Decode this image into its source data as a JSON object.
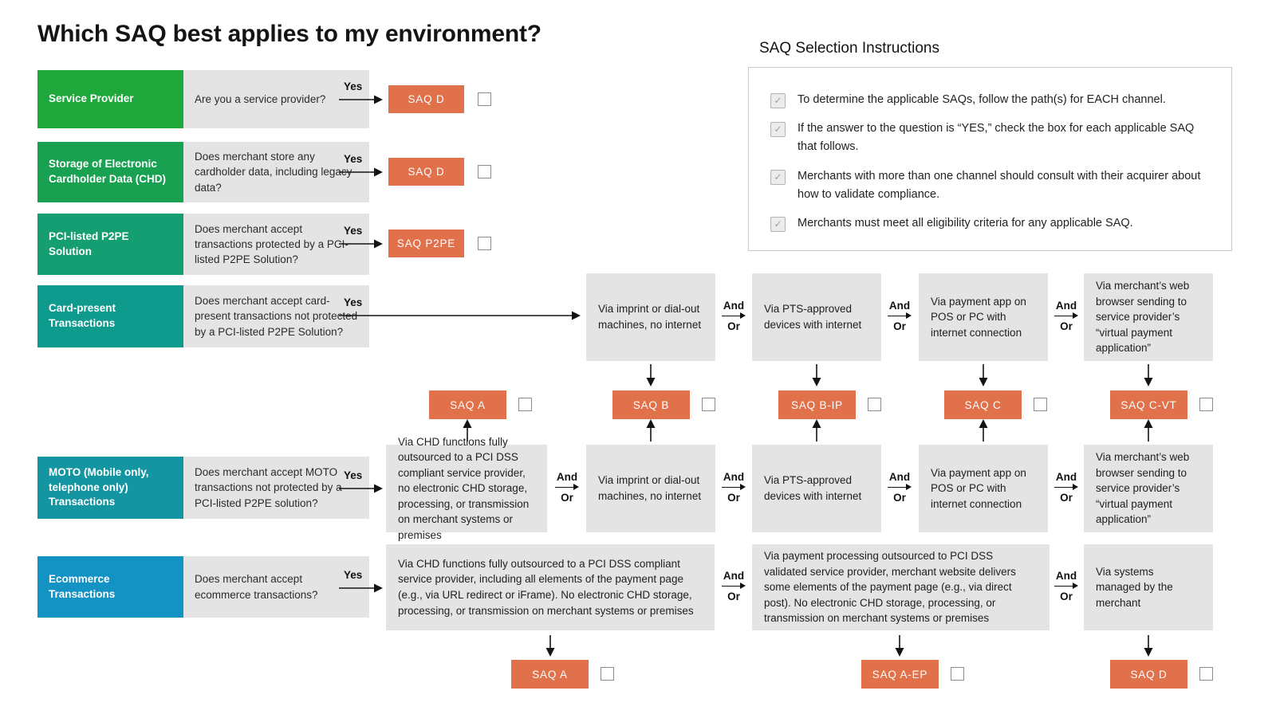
{
  "title": "Which SAQ best applies to my environment?",
  "instructions": {
    "heading": "SAQ Selection Instructions",
    "items": [
      "To determine the applicable SAQs, follow the path(s) for EACH channel.",
      "If the answer to the question is “YES,” check the box for each applicable SAQ that follows.",
      "Merchants with more than one channel should consult with their acquirer about how to validate compliance.",
      "Merchants must meet all eligibility criteria for any applicable SAQ."
    ]
  },
  "labels": {
    "yes": "Yes",
    "and": "And",
    "or": "Or"
  },
  "icons": {
    "checkbox_checked": "✓"
  },
  "channels": [
    {
      "name": "Service Provider",
      "question": "Are you a service provider?",
      "color": "#1ea83c"
    },
    {
      "name": "Storage of Electronic Cardholder Data (CHD)",
      "question": "Does merchant store any cardholder data, including legacy data?",
      "color": "#17a150"
    },
    {
      "name": "PCI-listed P2PE Solution",
      "question": "Does merchant accept transactions protected by a PCI-listed P2PE Solution?",
      "color": "#149e71"
    },
    {
      "name": "Card-present Transactions",
      "question": "Does merchant accept card-present transactions not protected by a PCI-listed P2PE Solution?",
      "color": "#0f9a8e"
    },
    {
      "name": "MOTO (Mobile only, telephone only) Transactions",
      "question": "Does merchant accept MOTO transactions not protected by a PCI-listed P2PE solution?",
      "color": "#1495a2"
    },
    {
      "name": "Ecommerce Transactions",
      "question": "Does merchant accept ecommerce transactions?",
      "color": "#1392c4"
    }
  ],
  "results": {
    "service_provider": "SAQ D",
    "storage_chd": "SAQ D",
    "p2pe": "SAQ P2PE",
    "card_present_moto": [
      "SAQ A",
      "SAQ B",
      "SAQ B-IP",
      "SAQ C",
      "SAQ C-VT"
    ],
    "ecommerce": [
      "SAQ A",
      "SAQ A-EP",
      "SAQ D"
    ]
  },
  "paths": {
    "card_present": [
      "Via imprint or dial-out machines, no internet",
      "Via PTS-approved devices with internet",
      "Via payment app on POS or PC with internet connection",
      "Via merchant’s web browser sending to service provider’s “virtual payment application”"
    ],
    "moto": [
      "Via CHD functions fully outsourced to a PCI DSS compliant service provider, no electronic CHD storage, processing, or transmission on merchant systems or premises",
      "Via imprint or dial-out machines, no internet",
      "Via PTS-approved devices with internet",
      "Via payment app on POS or PC with internet connection",
      "Via merchant’s web browser sending to service provider’s “virtual payment application”"
    ],
    "ecommerce": [
      "Via CHD functions fully outsourced to a PCI DSS compliant service provider, including all elements of the payment page (e.g., via URL redirect or iFrame). No electronic CHD storage, processing, or transmission on merchant systems or premises",
      "Via payment processing outsourced to PCI DSS validated service provider, merchant website delivers some elements of the payment page (e.g., via direct post). No electronic CHD storage, processing, or transmission on merchant systems or premises",
      "Via systems managed by the merchant"
    ]
  },
  "colors": {
    "saq_box": "#e0714a",
    "path_box": "#e4e4e4"
  }
}
